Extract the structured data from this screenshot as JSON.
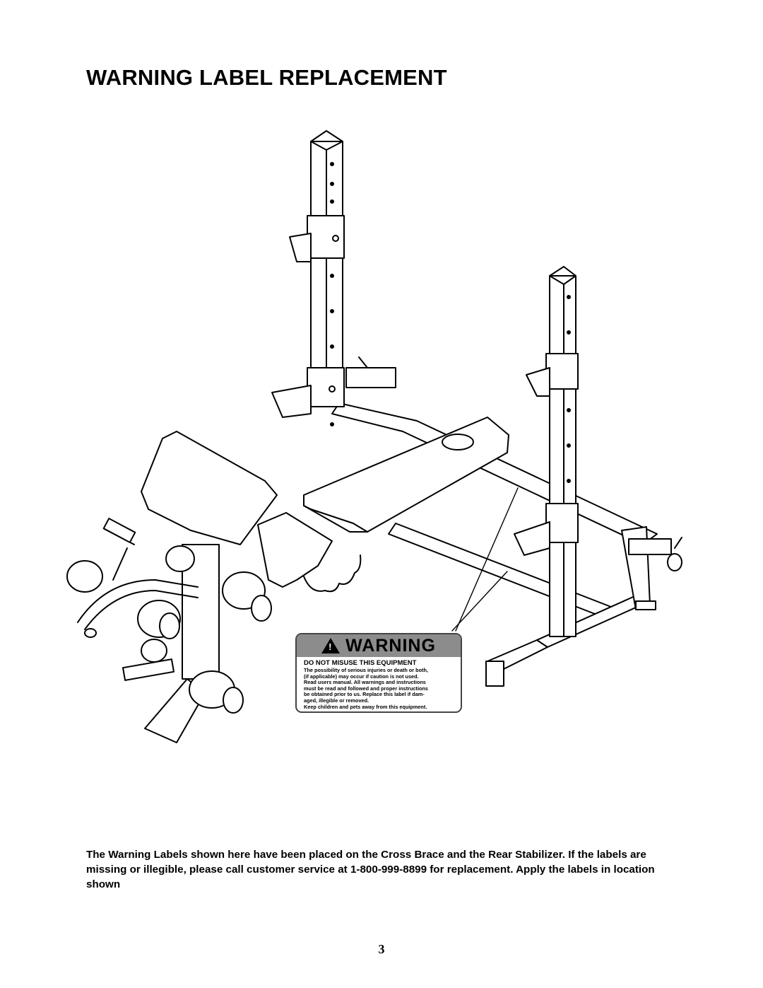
{
  "page": {
    "title": "WARNING LABEL REPLACEMENT",
    "paragraph": "The Warning Labels shown here have been placed on the Cross Brace and the Rear Stabilizer. If the labels are missing or illegible, please call customer service at 1-800-999-8899 for replacement. Apply the labels in location shown",
    "page_number": "3"
  },
  "warning_label": {
    "icon": "exclamation-triangle-icon",
    "icon_glyph": "!",
    "heading": "WARNING",
    "subheading": "DO NOT MISUSE THIS EQUIPMENT",
    "body": "The possibility of serious injuries or death or both,\n(if applicable) may occur if caution is not used.\nRead users manual. All warnings and instructions\nmust be read and followed and proper instructions\nbe obtained prior to us. Replace this label if dam-\naged, illegible or removed.\nKeep children and pets away from this equipment."
  },
  "illustration": {
    "subject": "weight-bench-line-drawing",
    "colors": {
      "line": "#000000",
      "fill": "#ffffff",
      "label_band": "#8c8c8c"
    }
  }
}
